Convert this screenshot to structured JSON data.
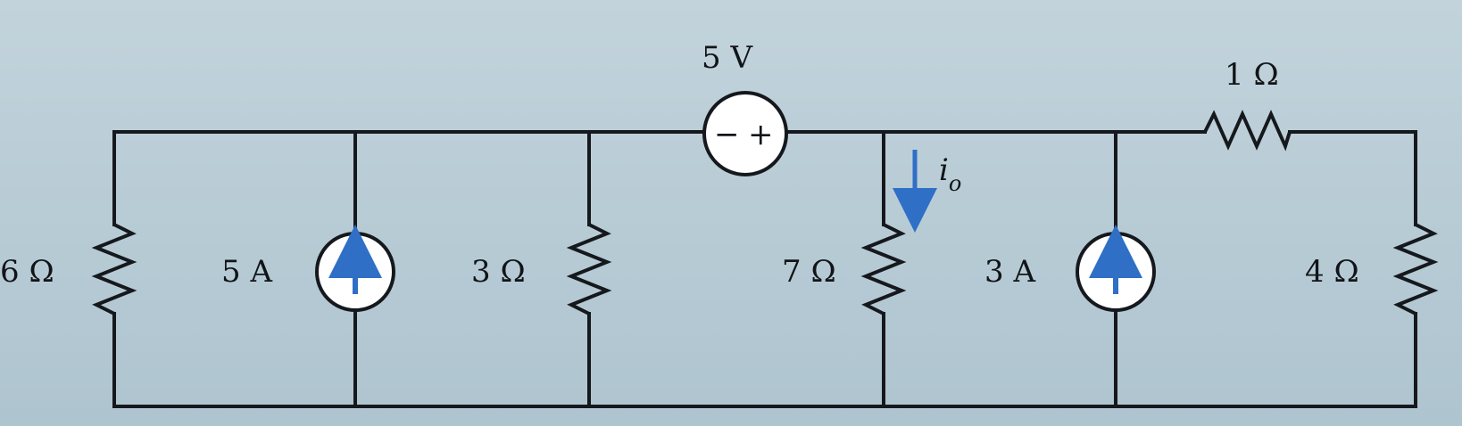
{
  "diagram": {
    "type": "circuit",
    "labels": {
      "r6": "6 Ω",
      "i5": "5 A",
      "r3": "3 Ω",
      "v5": "5 V",
      "r7": "7 Ω",
      "io": "i",
      "io_sub": "o",
      "i3": "3 A",
      "r1": "1 Ω",
      "r4": "4 Ω",
      "minus": "−",
      "plus": "+"
    },
    "colors": {
      "wire": "#15181c",
      "arrow": "#2f6fc6",
      "background": "#bccfd8"
    },
    "icons": {
      "current_source": "current-source-up-arrow-icon",
      "voltage_source": "voltage-source-icon",
      "resistor": "resistor-zigzag-icon"
    }
  }
}
